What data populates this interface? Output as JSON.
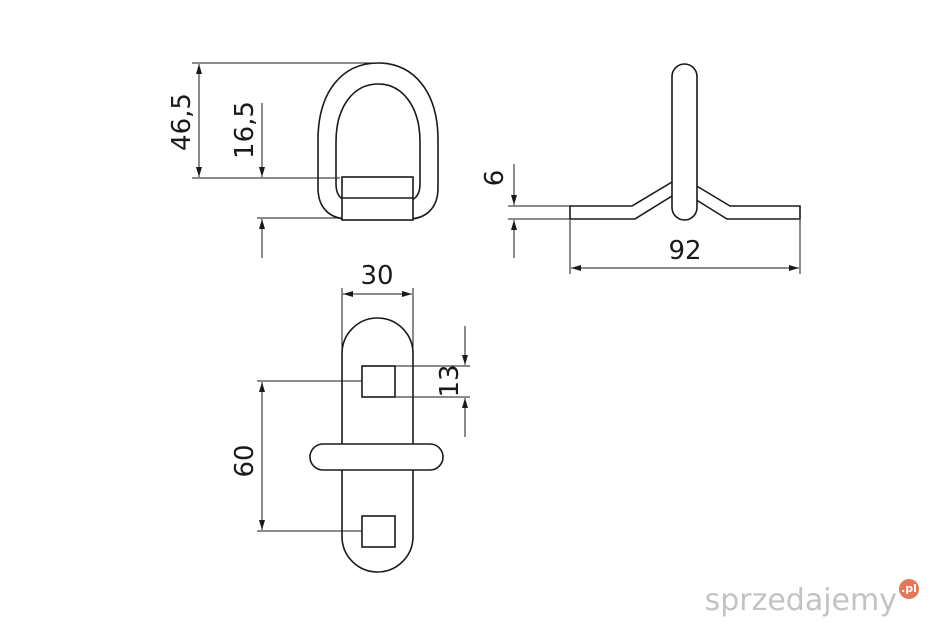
{
  "dimensions": {
    "ring_height": "46,5",
    "ring_inner": "16,5",
    "plate_thickness": "6",
    "plate_length": "92",
    "plate_width": "30",
    "hole_size": "13",
    "hole_spacing": "60"
  },
  "watermark": {
    "brand": "sprzedajemy",
    "badge": ".pl"
  }
}
